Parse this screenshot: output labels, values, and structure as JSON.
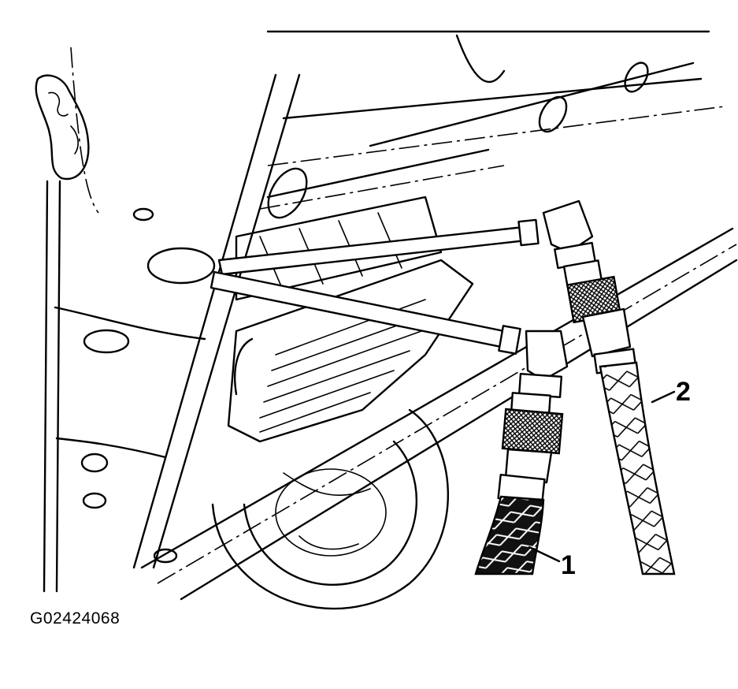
{
  "figure": {
    "id_text": "G02424068",
    "callouts": [
      {
        "number": "1",
        "target": "dark-braided-hose"
      },
      {
        "number": "2",
        "target": "light-braided-hose"
      }
    ]
  },
  "colors": {
    "ink": "#000000",
    "paper": "#ffffff",
    "hose_dark": "#111111"
  }
}
